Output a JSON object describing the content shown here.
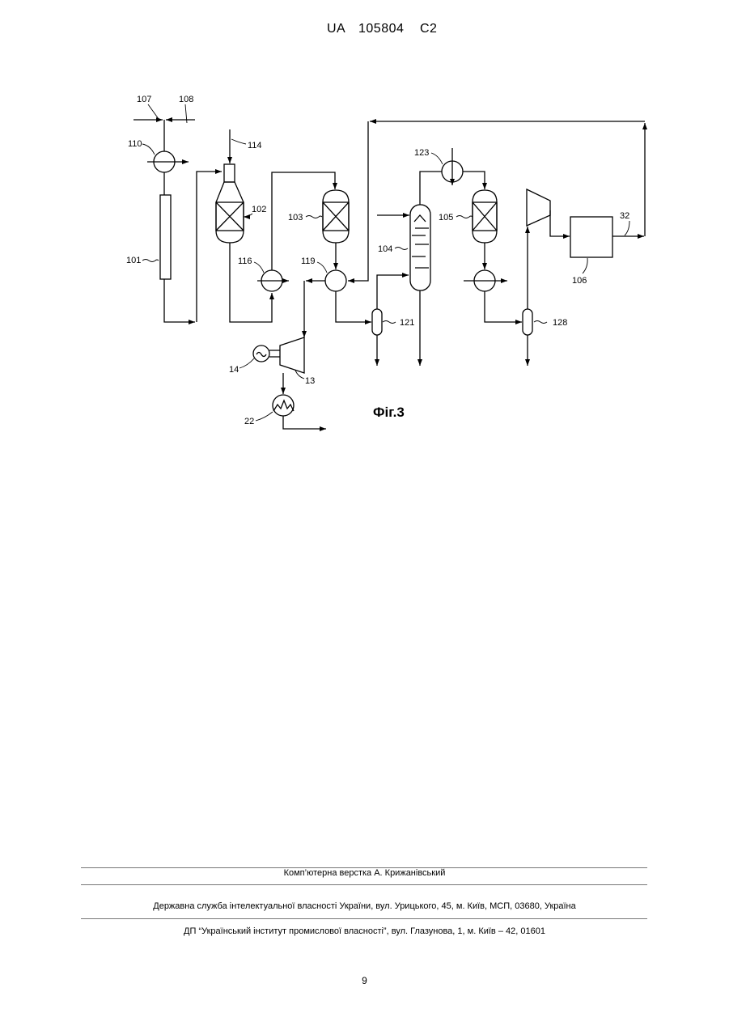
{
  "header": {
    "country": "UA",
    "number": "105804",
    "kind": "C2"
  },
  "figure": {
    "caption": "Фіг.3",
    "labels": {
      "ref_107": "107",
      "ref_108": "108",
      "ref_110": "110",
      "ref_114": "114",
      "ref_102": "102",
      "ref_103": "103",
      "ref_101": "101",
      "ref_116": "116",
      "ref_119": "119",
      "ref_104": "104",
      "ref_105": "105",
      "ref_123": "123",
      "ref_106": "106",
      "ref_32": "32",
      "ref_121": "121",
      "ref_128": "128",
      "ref_14": "14",
      "ref_13": "13",
      "ref_22": "22"
    }
  },
  "footer": {
    "layout_credit": "Комп’ютерна верстка А. Крижанівський",
    "office_address": "Державна служба інтелектуальної власності України, вул. Урицького, 45, м. Київ, МСП, 03680, Україна",
    "institute_address": "ДП “Український інститут промислової власності”, вул. Глазунова, 1, м. Київ – 42, 01601"
  },
  "page_number": "9"
}
